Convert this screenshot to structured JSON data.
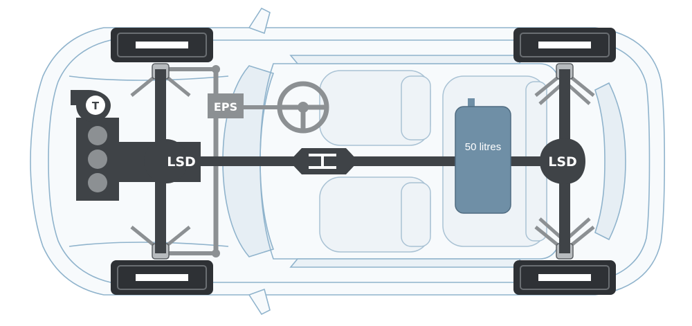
{
  "labels": {
    "lsd_front": "LSD",
    "lsd_rear": "LSD",
    "eps": "EPS",
    "turbo": "T",
    "fuel_tank": "50 litres"
  },
  "colors": {
    "outline": "#8fb3cc",
    "glass": "#e6eef4",
    "drivetrain": "#3f4347",
    "component_grey": "#8c9093",
    "tyre": "#2e3135",
    "fuel_tank": "#6f8fa6",
    "text_light": "#ffffff"
  },
  "icons": {
    "turbo": "turbocharger-icon",
    "steering": "steering-wheel-icon",
    "engine": "engine-block-icon"
  }
}
